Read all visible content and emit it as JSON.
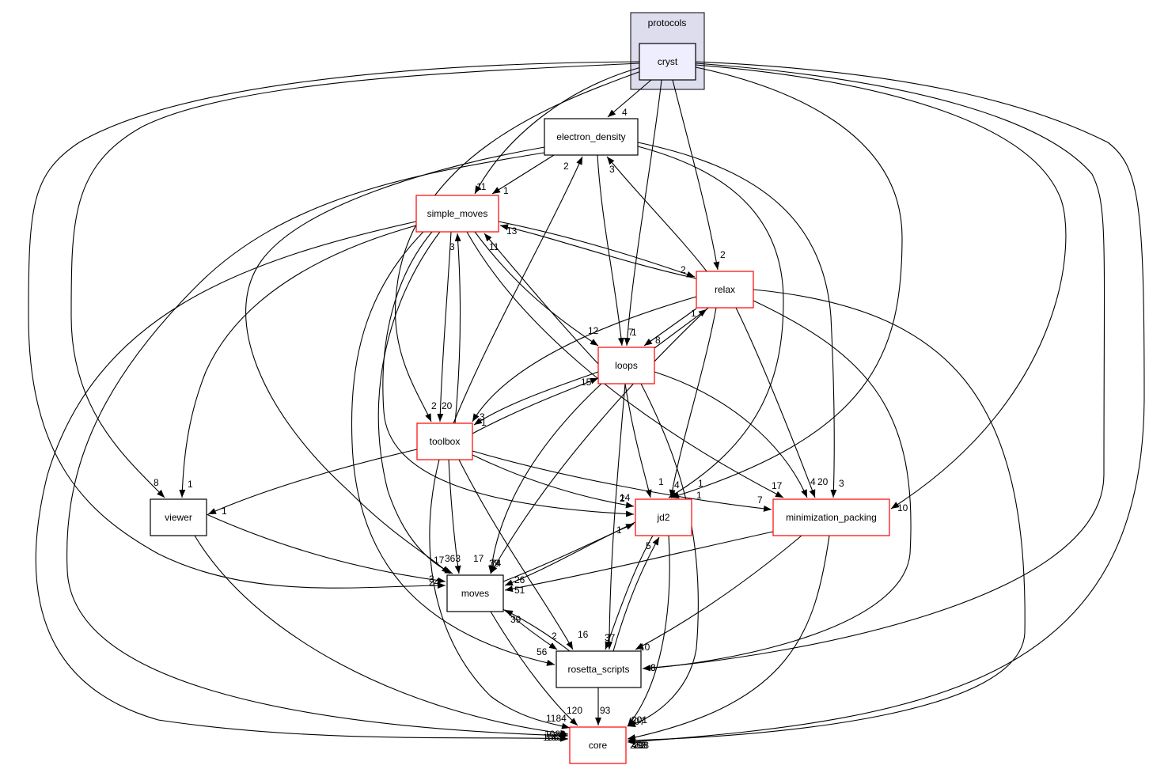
{
  "diagram": {
    "type": "directory-dependency-graph",
    "colors": {
      "cluster_fill": "#ddddee",
      "focus_fill": "#eeeeff",
      "node_border_default": "#000000",
      "node_border_truncated": "#ff0000",
      "edge": "#000000"
    },
    "cluster": {
      "id": "protocols",
      "label": "protocols"
    },
    "nodes": [
      {
        "id": "cryst",
        "label": "cryst",
        "style": "focus",
        "in_cluster": true
      },
      {
        "id": "electron_density",
        "label": "electron_density",
        "style": "plain"
      },
      {
        "id": "simple_moves",
        "label": "simple_moves",
        "style": "truncated"
      },
      {
        "id": "relax",
        "label": "relax",
        "style": "truncated"
      },
      {
        "id": "loops",
        "label": "loops",
        "style": "truncated"
      },
      {
        "id": "toolbox",
        "label": "toolbox",
        "style": "truncated"
      },
      {
        "id": "viewer",
        "label": "viewer",
        "style": "plain"
      },
      {
        "id": "jd2",
        "label": "jd2",
        "style": "truncated"
      },
      {
        "id": "minimization_packing",
        "label": "minimization_packing",
        "style": "truncated"
      },
      {
        "id": "moves",
        "label": "moves",
        "style": "plain"
      },
      {
        "id": "rosetta_scripts",
        "label": "rosetta_scripts",
        "style": "plain"
      },
      {
        "id": "core",
        "label": "core",
        "style": "truncated"
      }
    ],
    "edges": [
      {
        "from": "cryst",
        "to": "electron_density",
        "label": "4"
      },
      {
        "from": "cryst",
        "to": "simple_moves",
        "label": "11"
      },
      {
        "from": "cryst",
        "to": "relax",
        "label": "2"
      },
      {
        "from": "cryst",
        "to": "loops",
        "label": "1"
      },
      {
        "from": "cryst",
        "to": "toolbox",
        "label": "2"
      },
      {
        "from": "cryst",
        "to": "viewer",
        "label": "8"
      },
      {
        "from": "cryst",
        "to": "jd2",
        "label": "1"
      },
      {
        "from": "cryst",
        "to": "minimization_packing",
        "label": "10"
      },
      {
        "from": "cryst",
        "to": "moves",
        "label": "24"
      },
      {
        "from": "cryst",
        "to": "rosetta_scripts",
        "label": "8"
      },
      {
        "from": "cryst",
        "to": "core",
        "label": "232"
      },
      {
        "from": "electron_density",
        "to": "simple_moves",
        "label": "1"
      },
      {
        "from": "electron_density",
        "to": "loops",
        "label": "7"
      },
      {
        "from": "electron_density",
        "to": "jd2",
        "label": "1"
      },
      {
        "from": "electron_density",
        "to": "minimization_packing",
        "label": "3"
      },
      {
        "from": "electron_density",
        "to": "moves",
        "label": "17"
      },
      {
        "from": "electron_density",
        "to": "core",
        "label": "1082"
      },
      {
        "from": "simple_moves",
        "to": "relax",
        "label": "2"
      },
      {
        "from": "simple_moves",
        "to": "loops",
        "label": "12"
      },
      {
        "from": "simple_moves",
        "to": "toolbox",
        "label": "20"
      },
      {
        "from": "simple_moves",
        "to": "viewer",
        "label": "1"
      },
      {
        "from": "simple_moves",
        "to": "jd2",
        "label": "14"
      },
      {
        "from": "simple_moves",
        "to": "minimization_packing",
        "label": "17"
      },
      {
        "from": "simple_moves",
        "to": "moves",
        "label": "363"
      },
      {
        "from": "simple_moves",
        "to": "rosetta_scripts",
        "label": "56"
      },
      {
        "from": "simple_moves",
        "to": "core",
        "label": "1565"
      },
      {
        "from": "relax",
        "to": "electron_density",
        "label": "3"
      },
      {
        "from": "relax",
        "to": "simple_moves",
        "label": "13"
      },
      {
        "from": "relax",
        "to": "loops",
        "label": "8"
      },
      {
        "from": "relax",
        "to": "toolbox",
        "label": "3"
      },
      {
        "from": "relax",
        "to": "jd2",
        "label": "4"
      },
      {
        "from": "relax",
        "to": "minimization_packing",
        "label": "20"
      },
      {
        "from": "relax",
        "to": "moves",
        "label": "74"
      },
      {
        "from": "relax",
        "to": "rosetta_scripts",
        "label": "6"
      },
      {
        "from": "relax",
        "to": "core",
        "label": "408"
      },
      {
        "from": "loops",
        "to": "simple_moves",
        "label": "11"
      },
      {
        "from": "loops",
        "to": "relax",
        "label": "1"
      },
      {
        "from": "loops",
        "to": "toolbox",
        "label": "1"
      },
      {
        "from": "loops",
        "to": "jd2",
        "label": "1"
      },
      {
        "from": "loops",
        "to": "minimization_packing",
        "label": "4"
      },
      {
        "from": "loops",
        "to": "moves",
        "label": "39"
      },
      {
        "from": "loops",
        "to": "rosetta_scripts",
        "label": "37"
      },
      {
        "from": "loops",
        "to": "core",
        "label": "507"
      },
      {
        "from": "toolbox",
        "to": "electron_density",
        "label": "2"
      },
      {
        "from": "toolbox",
        "to": "simple_moves",
        "label": "3"
      },
      {
        "from": "toolbox",
        "to": "loops",
        "label": "15"
      },
      {
        "from": "toolbox",
        "to": "viewer",
        "label": "1"
      },
      {
        "from": "toolbox",
        "to": "jd2",
        "label": "2"
      },
      {
        "from": "toolbox",
        "to": "minimization_packing",
        "label": "7"
      },
      {
        "from": "toolbox",
        "to": "moves",
        "label": "17"
      },
      {
        "from": "toolbox",
        "to": "rosetta_scripts",
        "label": "16"
      },
      {
        "from": "toolbox",
        "to": "core",
        "label": "1184"
      },
      {
        "from": "viewer",
        "to": "moves",
        "label": "3"
      },
      {
        "from": "viewer",
        "to": "core",
        "label": "183"
      },
      {
        "from": "jd2",
        "to": "moves",
        "label": "26"
      },
      {
        "from": "jd2",
        "to": "rosetta_scripts",
        "label": "7"
      },
      {
        "from": "jd2",
        "to": "core",
        "label": "201"
      },
      {
        "from": "minimization_packing",
        "to": "moves",
        "label": "51"
      },
      {
        "from": "minimization_packing",
        "to": "rosetta_scripts",
        "label": "10"
      },
      {
        "from": "minimization_packing",
        "to": "core",
        "label": "298"
      },
      {
        "from": "moves",
        "to": "jd2",
        "label": "1"
      },
      {
        "from": "moves",
        "to": "rosetta_scripts",
        "label": "2"
      },
      {
        "from": "moves",
        "to": "core",
        "label": "120"
      },
      {
        "from": "rosetta_scripts",
        "to": "moves",
        "label": "39"
      },
      {
        "from": "rosetta_scripts",
        "to": "jd2",
        "label": "5"
      },
      {
        "from": "rosetta_scripts",
        "to": "core",
        "label": "93"
      }
    ]
  }
}
